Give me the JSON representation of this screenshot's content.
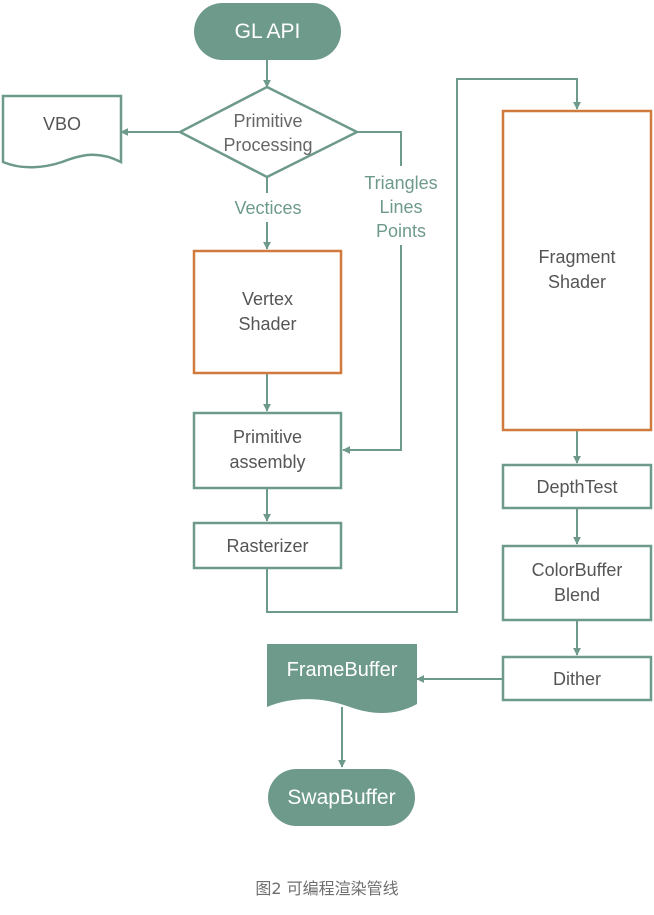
{
  "colors": {
    "teal": "#6e9a8b",
    "teal_text": "#6e9a8b",
    "dark_text": "#555555",
    "orange": "#d07a3d",
    "white": "#ffffff"
  },
  "nodes": {
    "gl_api": "GL API",
    "primitive_processing": [
      "Primitive",
      "Processing"
    ],
    "vbo": "VBO",
    "vertex_shader": [
      "Vertex",
      "Shader"
    ],
    "primitive_assembly": [
      "Primitive",
      "assembly"
    ],
    "rasterizer": "Rasterizer",
    "fragment_shader": [
      "Fragment",
      "Shader"
    ],
    "depth_test": "DepthTest",
    "colorbuffer_blend": [
      "ColorBuffer",
      "Blend"
    ],
    "dither": "Dither",
    "framebuffer": "FrameBuffer",
    "swapbuffer": "SwapBuffer"
  },
  "edge_labels": {
    "vectices": "Vectices",
    "primitives": [
      "Triangles",
      "Lines",
      "Points"
    ]
  },
  "caption": "图2 可编程渲染管线"
}
